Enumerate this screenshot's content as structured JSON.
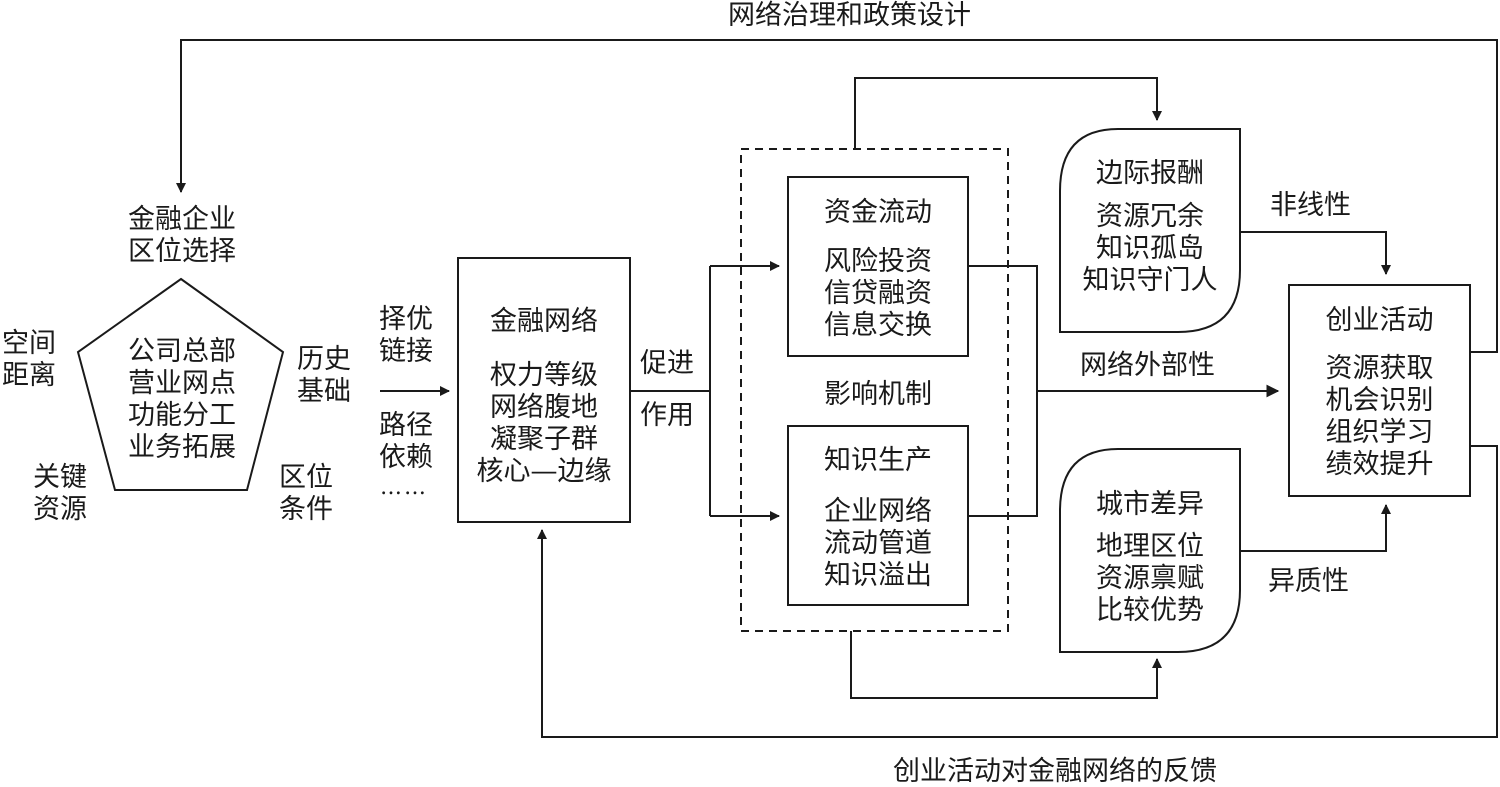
{
  "top_label": "网络治理和政策设计",
  "bottom_label": "创业活动对金融网络的反馈",
  "pentagon": {
    "title_lines": [
      "金融企业",
      "区位选择"
    ],
    "inner_lines": [
      "公司总部",
      "营业网点",
      "功能分工",
      "业务拓展"
    ],
    "corner_spatial": [
      "空间",
      "距离"
    ],
    "corner_history": [
      "历史",
      "基础"
    ],
    "corner_keyres": [
      "关键",
      "资源"
    ],
    "corner_location": [
      "区位",
      "条件"
    ]
  },
  "path_labels": {
    "select_top": [
      "择优",
      "链接"
    ],
    "select_bottom": [
      "路径",
      "依赖"
    ],
    "ellipsis": "……"
  },
  "financial_network": {
    "title": "金融网络",
    "lines": [
      "权力等级",
      "网络腹地",
      "凝聚子群",
      "核心—边缘"
    ]
  },
  "promote_lines": [
    "促进",
    "作用"
  ],
  "mechanism": {
    "label": "影响机制",
    "capital": {
      "title": "资金流动",
      "lines": [
        "风险投资",
        "信贷融资",
        "信息交换"
      ]
    },
    "knowledge": {
      "title": "知识生产",
      "lines": [
        "企业网络",
        "流动管道",
        "知识溢出"
      ]
    }
  },
  "marginal": {
    "title": "边际报酬",
    "lines": [
      "资源冗余",
      "知识孤岛",
      "知识守门人"
    ]
  },
  "city": {
    "title": "城市差异",
    "lines": [
      "地理区位",
      "资源禀赋",
      "比较优势"
    ]
  },
  "edge_labels": {
    "nonlinear": "非线性",
    "externality": "网络外部性",
    "heterogeneity": "异质性"
  },
  "entrepreneurship": {
    "title": "创业活动",
    "lines": [
      "资源获取",
      "机会识别",
      "组织学习",
      "绩效提升"
    ]
  }
}
